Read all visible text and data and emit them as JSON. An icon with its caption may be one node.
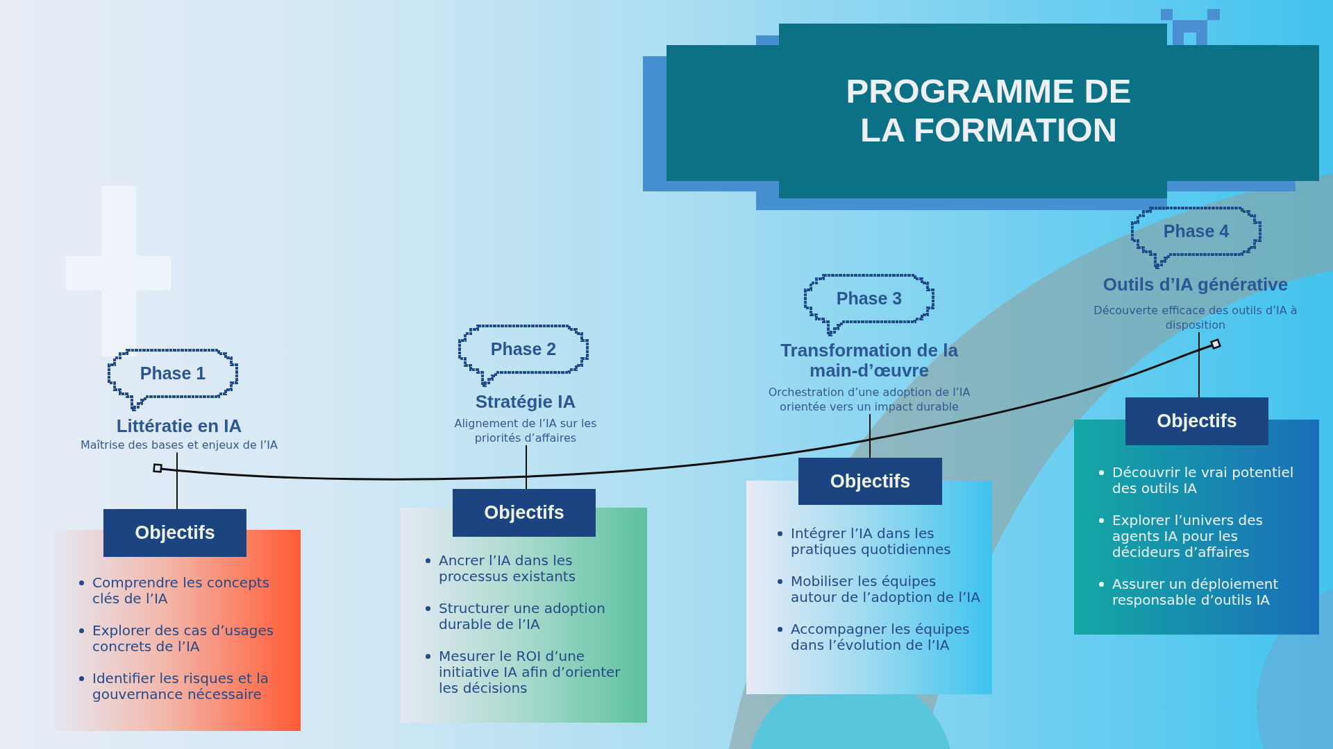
{
  "diagram": {
    "title": "PROGRAMME DE LA FORMATION",
    "nodes": [
      {
        "text": [
          "Phase 1"
        ]
      },
      {
        "text": [
          "Littératie en IA",
          "Maîtrise des bases et enjeux de l’IA"
        ]
      },
      {
        "text": [
          "Objectifs"
        ]
      },
      {
        "text": [
          "Comprendre les concepts clés de l’IA",
          "Explorer des cas d’usages concrets de l’IA",
          "Identifier les risques et la gouvernance nécessaire"
        ]
      },
      {
        "text": [
          "Phase 2"
        ]
      },
      {
        "text": [
          "Stratégie IA",
          "Alignement de l’IA sur les priorités d’affaires"
        ]
      },
      {
        "text": [
          "Objectifs"
        ]
      },
      {
        "text": [
          "Ancrer l’IA dans les processus existants",
          "Structurer une adoption durable de l’IA",
          "Mesurer le ROI d’une initiative IA afin d’orienter les décisions"
        ]
      },
      {
        "text": [
          "Phase 3"
        ]
      },
      {
        "text": [
          "Transformation de la main-d’œuvre",
          "Orchestration d’une adoption de l’IA orientée vers un impact durable"
        ]
      },
      {
        "text": [
          "Objectifs"
        ]
      },
      {
        "text": [
          "Intégrer l’IA dans les pratiques quotidiennes",
          "Mobiliser les équipes autour de l’adoption de l’IA",
          "Accompagner les équipes dans l’évolution de l’IA"
        ]
      },
      {
        "text": [
          "Phase 4"
        ]
      },
      {
        "text": [
          "Outils d’IA générative",
          "Découverte efficace des outils d’IA à disposition"
        ]
      },
      {
        "text": [
          "Objectifs"
        ]
      },
      {
        "text": [
          "Découvrir le vrai potentiel des outils IA",
          "Explorer l’univers des agents IA pour les décideurs d’affaires",
          "Assurer un déploiement responsable d’outils IA"
        ]
      }
    ],
    "edges": [
      {
        "from": 1,
        "to": 2,
        "arrow": "none"
      },
      {
        "from": 5,
        "to": 6,
        "arrow": "none"
      },
      {
        "from": 9,
        "to": 10,
        "arrow": "none"
      },
      {
        "from": 13,
        "to": 14,
        "arrow": "none"
      }
    ]
  }
}
